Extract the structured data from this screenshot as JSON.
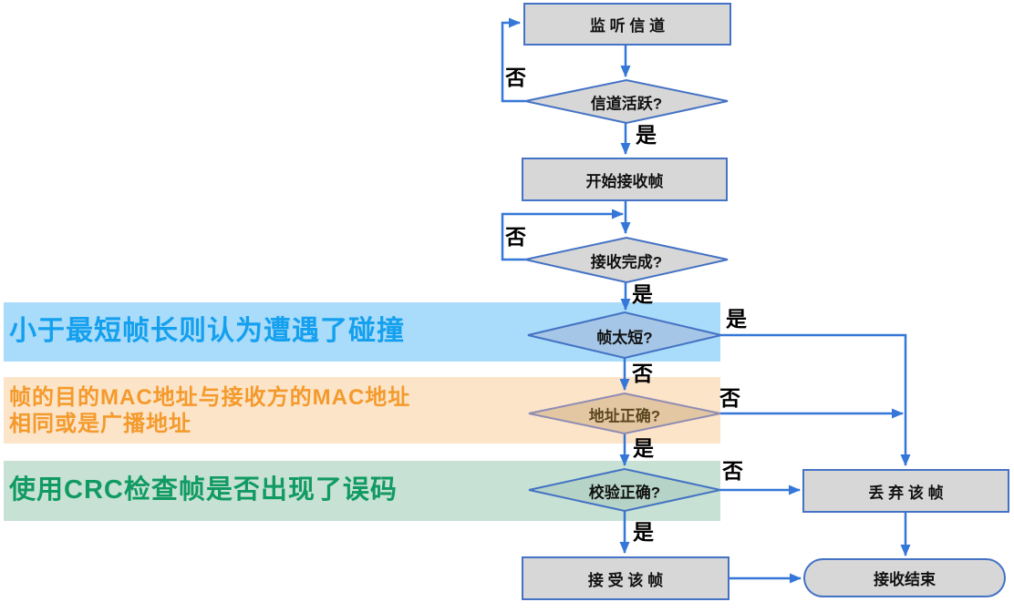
{
  "flowchart": {
    "nodes": {
      "listen_channel": "监 听 信 道",
      "channel_active": "信道活跃?",
      "start_receive_frame": "开始接收帧",
      "receive_complete": "接收完成?",
      "frame_too_short": "帧太短?",
      "address_correct": "地址正确?",
      "crc_correct": "校验正确?",
      "accept_frame": "接 受 该 帧",
      "discard_frame": "丢 弃 该 帧",
      "receive_end": "接收结束"
    },
    "labels": {
      "yes": "是",
      "no": "否"
    },
    "annotations": {
      "too_short": "小于最短帧长则认为遭遇了碰撞",
      "address_line1": "帧的目的MAC地址与接收方的MAC地址",
      "address_line2": "相同或是广播地址",
      "crc": "使用CRC检查帧是否出现了误码"
    },
    "colors": {
      "arrow": "#3577d8",
      "node_fill": "#d7d7d7",
      "node_border": "#4472c4",
      "too_short_band_bg": "#a9dbfa",
      "too_short_text": "#14a0ee",
      "too_short_diamond_fill": "#a5c6e6",
      "address_band_bg": "#fce4c9",
      "address_text": "#f49a2c",
      "address_diamond_fill": "#e3c6a2",
      "address_diamond_border": "#8f8cb4",
      "crc_band_bg": "#c7e2d4",
      "crc_text": "#119a62",
      "crc_diamond_fill": "#b5d3c6"
    }
  }
}
